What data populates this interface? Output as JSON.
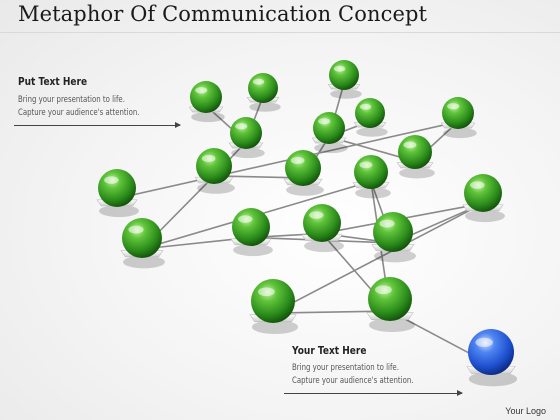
{
  "slide": {
    "title": "Metaphor Of Communication Concept",
    "callouts": [
      {
        "heading": "Put Text Here",
        "lines": [
          "Bring your presentation to life.",
          "Capture your audience's attention."
        ]
      },
      {
        "heading": "Your Text Here",
        "lines": [
          "Bring your presentation to life.",
          "Capture your audience's attention."
        ]
      }
    ],
    "logo": "Your Logo"
  },
  "colors": {
    "node_green": "#2f9a1e",
    "node_blue": "#1f4fd0",
    "link": "#8a8a8a",
    "base": "#e2e2e2"
  },
  "network": {
    "nodes": [
      {
        "id": "n1",
        "color": "green"
      },
      {
        "id": "n2",
        "color": "green"
      },
      {
        "id": "n3",
        "color": "green"
      },
      {
        "id": "n4",
        "color": "green"
      },
      {
        "id": "n5",
        "color": "green"
      },
      {
        "id": "n6",
        "color": "green"
      },
      {
        "id": "n7",
        "color": "green"
      },
      {
        "id": "n8",
        "color": "green"
      },
      {
        "id": "n9",
        "color": "green"
      },
      {
        "id": "n10",
        "color": "green"
      },
      {
        "id": "n11",
        "color": "green"
      },
      {
        "id": "n12",
        "color": "green"
      },
      {
        "id": "n13",
        "color": "green"
      },
      {
        "id": "n14",
        "color": "green"
      },
      {
        "id": "n15",
        "color": "green"
      },
      {
        "id": "n16",
        "color": "green"
      },
      {
        "id": "n17",
        "color": "green"
      },
      {
        "id": "n18",
        "color": "green"
      },
      {
        "id": "n19",
        "color": "green"
      },
      {
        "id": "n20",
        "color": "blue"
      }
    ],
    "links": [
      [
        "n1",
        "n3"
      ],
      [
        "n2",
        "n3"
      ],
      [
        "n3",
        "n5"
      ],
      [
        "n5",
        "n6"
      ],
      [
        "n6",
        "n7"
      ],
      [
        "n4",
        "n7"
      ],
      [
        "n7",
        "n8"
      ],
      [
        "n7",
        "n9"
      ],
      [
        "n9",
        "n10"
      ],
      [
        "n11",
        "n10"
      ],
      [
        "n5",
        "n12"
      ],
      [
        "n12",
        "n13"
      ],
      [
        "n13",
        "n14"
      ],
      [
        "n12",
        "n15"
      ],
      [
        "n15",
        "n16"
      ],
      [
        "n16",
        "n13"
      ],
      [
        "n16",
        "n14"
      ],
      [
        "n17",
        "n14"
      ],
      [
        "n17",
        "n16"
      ],
      [
        "n17",
        "n18"
      ],
      [
        "n18",
        "n19"
      ],
      [
        "n19",
        "n15"
      ],
      [
        "n19",
        "n14"
      ],
      [
        "n19",
        "n20"
      ]
    ]
  }
}
